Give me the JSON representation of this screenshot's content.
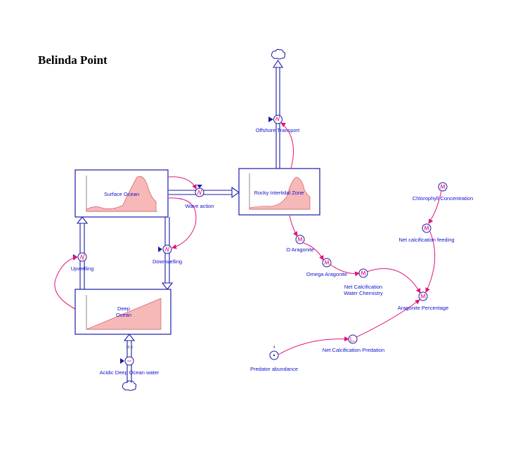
{
  "title": "Belinda Point",
  "stocks": {
    "surface_ocean": "Surface Ocean",
    "deep_ocean_line1": "Deep",
    "deep_ocean_line2": "Ocean",
    "rocky_intertidal": "Rocky Intertidal Zone"
  },
  "flows": {
    "wave_action": "Wave action",
    "downwelling": "Downwelling",
    "upwelling": "Upwelling",
    "offshore_transport": "Offshore Transport",
    "acidic_deep_ocean_water": "Acidic Deep Ocean water"
  },
  "variables": {
    "o_aragonite": "O Aragonite",
    "omega_aragonite": "Omega Aragonite",
    "net_calc_wc_line1": "Net Calcification",
    "net_calc_wc_line2": "Water Chemistry",
    "chlorophyll": "Chlorophyll Concentration",
    "net_calc_feeding": "Net calcification feeding",
    "aragonite_percentage": "Aragonite Percentage",
    "net_calc_predation": "Net Calcification Predation",
    "predator_abundance": "Predator abundance",
    "predator_value": "4",
    "acidic_value": "10.5"
  },
  "colors": {
    "stock_border": "#1a1aa8",
    "connector": "#e0147a",
    "graph_fill": "#f7b8b8",
    "label": "#1010d0"
  }
}
